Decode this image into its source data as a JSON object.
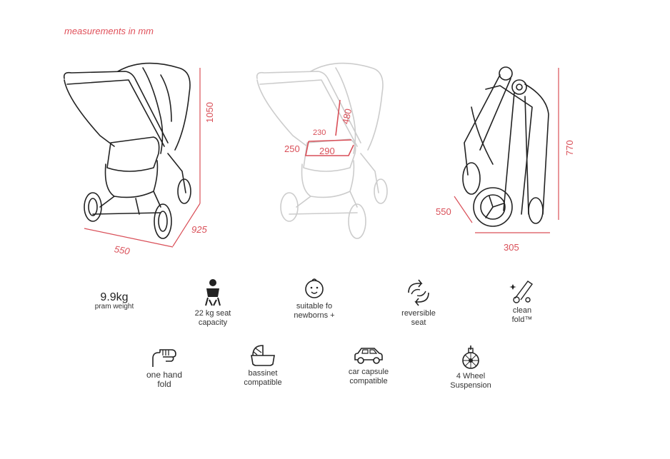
{
  "caption": "measurements in mm",
  "colors": {
    "accent": "#e0505a",
    "line": "#222222",
    "ghost": "#cccccc"
  },
  "stroller_1": {
    "height": "1050",
    "depth": "925",
    "width": "550"
  },
  "stroller_2": {
    "seat_height": "480",
    "seat_depth": "230",
    "seat_width_left": "250",
    "seat_width": "290"
  },
  "stroller_3": {
    "folded_height": "770",
    "folded_depth": "550",
    "folded_width": "305"
  },
  "features": {
    "weight": {
      "value": "9.9kg",
      "label": "pram weight"
    },
    "capacity": {
      "icon": "child-icon",
      "line1": "22 kg seat",
      "line2": "capacity"
    },
    "newborn": {
      "icon": "baby-face-icon",
      "line1": "suitable fo",
      "line2": "newborns +"
    },
    "reversible": {
      "icon": "reverse-arrows-icon",
      "line1": "reversible",
      "line2": "seat"
    },
    "clean_fold": {
      "icon": "folded-pram-icon",
      "line1": "clean",
      "line2": "fold™"
    },
    "one_hand": {
      "icon": "hand-icon",
      "line1": "one hand",
      "line2": "fold"
    },
    "bassinet": {
      "icon": "bassinet-icon",
      "line1": "bassinet",
      "line2": "compatible"
    },
    "car_capsule": {
      "icon": "car-icon",
      "line1": "car capsule",
      "line2": "compatible"
    },
    "suspension": {
      "icon": "wheel-icon",
      "line1": "4 Wheel",
      "line2": "Suspension"
    }
  }
}
